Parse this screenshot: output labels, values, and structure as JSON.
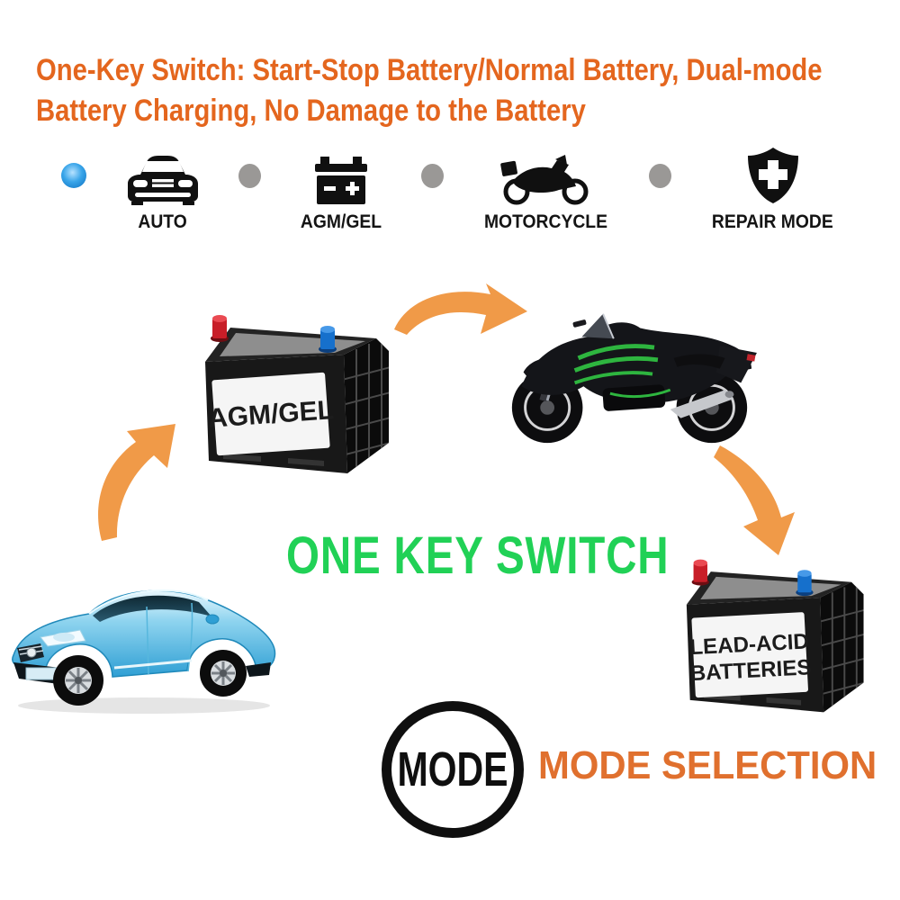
{
  "header": {
    "line1": "One-Key Switch: Start-Stop Battery/Normal Battery, Dual-mode",
    "line2": "Battery Charging, No Damage to the Battery",
    "color": "#e4661e"
  },
  "mode_row": {
    "items": [
      {
        "label": "AUTO",
        "icon": "car-front-icon",
        "indicator": "blue"
      },
      {
        "label": "AGM/GEL",
        "icon": "battery-icon",
        "indicator": "gray"
      },
      {
        "label": "MOTORCYCLE",
        "icon": "motorcycle-icon",
        "indicator": "gray"
      },
      {
        "label": "REPAIR MODE",
        "icon": "shield-plus-icon",
        "indicator": "gray"
      }
    ],
    "indicator_colors": {
      "active": "#2f9fe0",
      "inactive": "#9a9896"
    }
  },
  "diagram": {
    "agm_battery_label": "AGM/GEL",
    "lead_battery_label_line1": "LEAD-ACID",
    "lead_battery_label_line2": "BATTERIES",
    "center_text": "ONE KEY SWITCH",
    "center_text_color": "#21d156",
    "arrow_color": "#f09a48"
  },
  "footer": {
    "mode_button_label": "MODE",
    "caption": "MODE SELECTION",
    "caption_color": "#e0702e"
  }
}
